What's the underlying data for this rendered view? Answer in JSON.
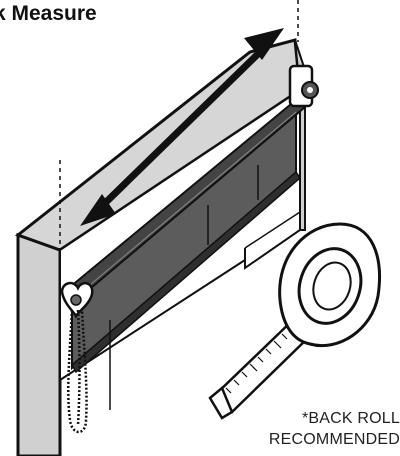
{
  "heading": {
    "text": "k Measure"
  },
  "note": {
    "line1": "*BACK ROLL",
    "line2": "RECOMMENDED"
  },
  "colors": {
    "frame": "#d4d4d4",
    "outline": "#111111",
    "shade": "#5a5a5a",
    "shade_dark": "#3f3f3f",
    "arrow": "#111111"
  },
  "icons": [
    "roller-bracket-icon",
    "pull-chain-icon",
    "tape-measure-icon",
    "double-arrow-icon"
  ]
}
